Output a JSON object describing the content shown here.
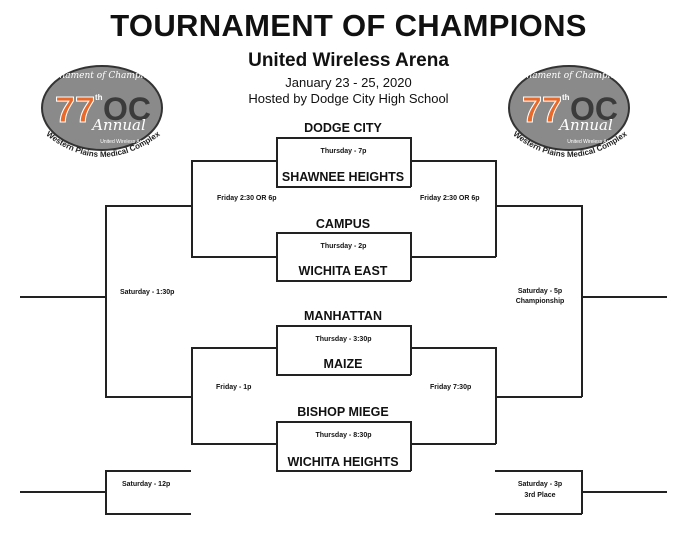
{
  "header": {
    "title": "TOURNAMENT OF CHAMPIONS",
    "arena": "United Wireless Arena",
    "dates": "January 23 - 25, 2020",
    "host": "Hosted by Dodge City High School"
  },
  "logo": {
    "number": "77",
    "suffix": "th",
    "tag": "Annual",
    "top_script": "Tournament of Champions",
    "arena_small": "United Wireless Arena",
    "sponsor": "Western Plains Medical Complex",
    "colors": {
      "gray": "#8a8a8a",
      "orange": "#e8692a",
      "dark": "#333333"
    }
  },
  "games": {
    "g1": {
      "top": "DODGE CITY",
      "bottom": "SHAWNEE HEIGHTS",
      "time": "Thursday - 7p"
    },
    "g2": {
      "top": "CAMPUS",
      "bottom": "WICHITA EAST",
      "time": "Thursday - 2p"
    },
    "g3": {
      "top": "MANHATTAN",
      "bottom": "MAIZE",
      "time": "Thursday - 3:30p"
    },
    "g4": {
      "top": "BISHOP MIEGE",
      "bottom": "WICHITA HEIGHTS",
      "time": "Thursday - 8:30p"
    }
  },
  "rounds": {
    "fri_left_top": "Friday 2:30 OR  6p",
    "fri_right_top": "Friday 2:30 OR  6p",
    "fri_left_bottom": "Friday - 1p",
    "fri_right_bottom": "Friday 7:30p",
    "sat_left": "Saturday - 1:30p",
    "sat_right": "Saturday - 5p",
    "sat_right_sub": "Championship",
    "sat_left_bottom": "Saturday - 12p",
    "sat_right_bottom": "Saturday - 3p",
    "sat_right_bottom_sub": "3rd Place"
  }
}
